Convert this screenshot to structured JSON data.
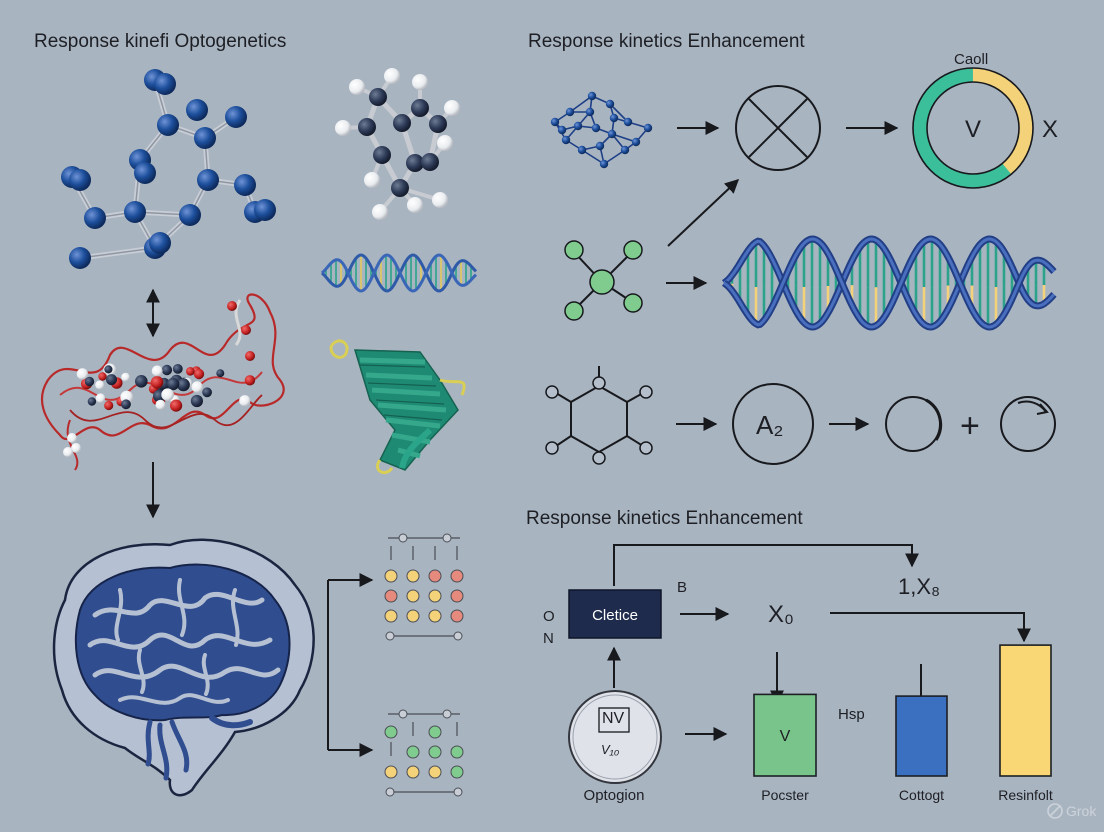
{
  "titles": {
    "top_left": "Response kinefi Optogenetics",
    "top_right": "Response kinetics Enhancement",
    "bottom_right": "Response kinetics Enhancement"
  },
  "ring": {
    "top_label": "Caoll",
    "center_label": "V",
    "side_label": "X"
  },
  "reaction": {
    "node_label": "A₂",
    "plus": "+"
  },
  "flow": {
    "left_labels": [
      "O",
      "N"
    ],
    "box_label": "Cletice",
    "b_label": "B",
    "x0_label": "X₀",
    "top_right_label": "1,X₈",
    "circle_line1": "NV",
    "circle_line2": "V₁₀",
    "circle_caption": "Optogion",
    "hsp_label": "Hsp",
    "bars": [
      {
        "inner": "V",
        "caption": "Pocster",
        "color": "#79c48a",
        "level": 0.48
      },
      {
        "inner": "",
        "caption": "Cottogt",
        "color": "#3b6fbf",
        "level": 0.47
      },
      {
        "inner": "",
        "caption": "Resinfolt",
        "color": "#f8d774",
        "level": 0.77
      }
    ]
  },
  "watermark": "Grok",
  "colors": {
    "background": "#a9b4c1",
    "atom_blue": "#1d4f9c",
    "dna_blue": "#3b5ea8",
    "protein_red": "#b82a2a",
    "protein_green": "#1f8a74",
    "brain_fill": "#2f4d8f",
    "node_green": "#7fcc8e",
    "box_navy": "#1f2b4d",
    "ring_green": "#3bbf9a",
    "ring_yellow": "#f3d27a"
  }
}
